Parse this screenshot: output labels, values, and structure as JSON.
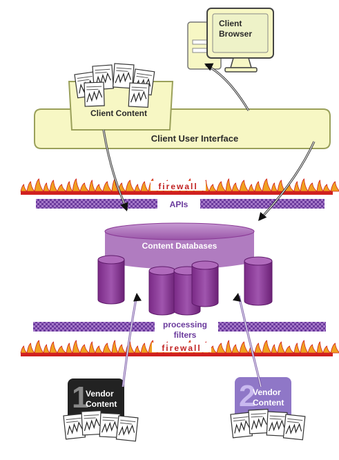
{
  "client_browser": {
    "label_line1": "Client",
    "label_line2": "Browser"
  },
  "client_content": {
    "label": "Client Content"
  },
  "client_user_interface": {
    "label": "Client User Interface"
  },
  "firewall_top": {
    "label": "firewall"
  },
  "apis": {
    "label": "APIs"
  },
  "content_databases": {
    "label": "Content  Databases"
  },
  "processing_filters": {
    "label_line1": "processing",
    "label_line2": "filters"
  },
  "firewall_bottom": {
    "label": "firewall"
  },
  "vendor1": {
    "number": "1",
    "label_line1": "Vendor",
    "label_line2": "Content"
  },
  "vendor2": {
    "number": "2",
    "label_line1": "Vendor",
    "label_line2": "Content"
  },
  "colors": {
    "cream": "#f7f7c4",
    "cream_stroke": "#9aa05a",
    "purple": "#8a3a96",
    "purple_light": "#b98ac4",
    "purple_band": "#8a55b8",
    "firewall_red": "#d02020",
    "flame": "#f0a020",
    "firewall_text": "#c02020",
    "dark_card": "#222222",
    "lavender_card": "#8f77c7"
  }
}
